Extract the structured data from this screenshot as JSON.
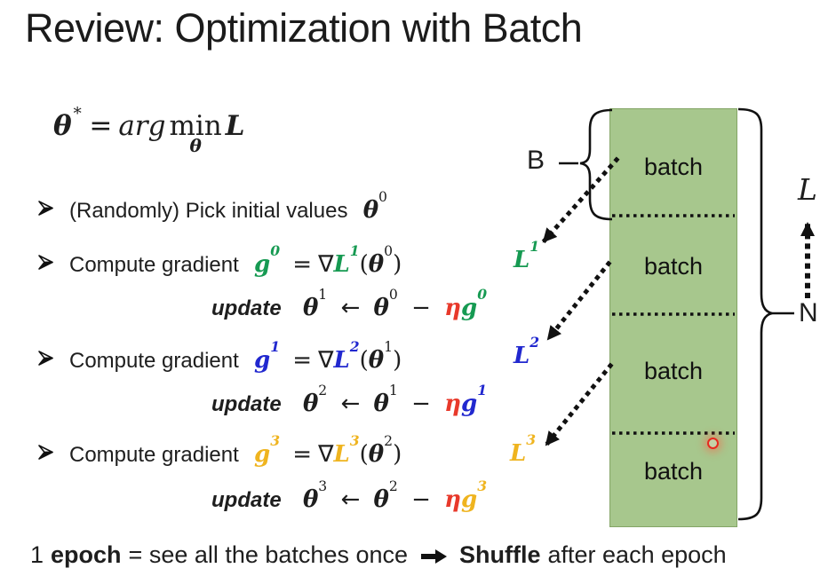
{
  "title": "Review: Optimization with Batch",
  "colors": {
    "green": "#169a52",
    "blue": "#2128cf",
    "gold": "#efb41f",
    "red": "#e8392b",
    "box_fill": "#a7c78d",
    "box_border": "#84a566"
  },
  "icons": {
    "bullet": "➢",
    "arrow_right": "➡"
  },
  "objective": {
    "theta": "θ",
    "star": "∗",
    "equals": "=",
    "arg": "arg",
    "min": "min",
    "min_sub": "θ",
    "loss": "L"
  },
  "bullet1": {
    "text": "(Randomly) Pick initial values",
    "theta": "θ",
    "sup": "0"
  },
  "compute": [
    {
      "label": "Compute gradient",
      "g": "g",
      "g_sup": "0",
      "equals": "=",
      "nabla": "∇",
      "L": "L",
      "L_sup": "1",
      "open": "(",
      "theta": "θ",
      "theta_sup": "0",
      "close": ")",
      "target_L": "L",
      "target_L_sup": "1",
      "color": "green"
    },
    {
      "label": "Compute gradient",
      "g": "g",
      "g_sup": "1",
      "equals": "=",
      "nabla": "∇",
      "L": "L",
      "L_sup": "2",
      "open": "(",
      "theta": "θ",
      "theta_sup": "1",
      "close": ")",
      "target_L": "L",
      "target_L_sup": "2",
      "color": "blue"
    },
    {
      "label": "Compute gradient",
      "g": "g",
      "g_sup": "3",
      "equals": "=",
      "nabla": "∇",
      "L": "L",
      "L_sup": "3",
      "open": "(",
      "theta": "θ",
      "theta_sup": "2",
      "close": ")",
      "target_L": "L",
      "target_L_sup": "3",
      "color": "gold"
    }
  ],
  "update": [
    {
      "label": "update",
      "theta_new": "θ",
      "new_sup": "1",
      "arrow": "←",
      "theta_old": "θ",
      "old_sup": "0",
      "minus": "−",
      "eta": "η",
      "g": "g",
      "g_sup": "0",
      "color": "green"
    },
    {
      "label": "update",
      "theta_new": "θ",
      "new_sup": "2",
      "arrow": "←",
      "theta_old": "θ",
      "old_sup": "1",
      "minus": "−",
      "eta": "η",
      "g": "g",
      "g_sup": "1",
      "color": "blue"
    },
    {
      "label": "update",
      "theta_new": "θ",
      "new_sup": "3",
      "arrow": "←",
      "theta_old": "θ",
      "old_sup": "2",
      "minus": "−",
      "eta": "η",
      "g": "g",
      "g_sup": "3",
      "color": "gold"
    }
  ],
  "diagram": {
    "batch_labels": [
      "batch",
      "batch",
      "batch",
      "batch"
    ],
    "b_label": "B",
    "n_label": "N",
    "l_label": "L"
  },
  "footer": {
    "prefix": "1",
    "epoch": "epoch",
    "middle": "= see all the batches once",
    "shuffle": "Shuffle",
    "suffix": "after each epoch"
  }
}
